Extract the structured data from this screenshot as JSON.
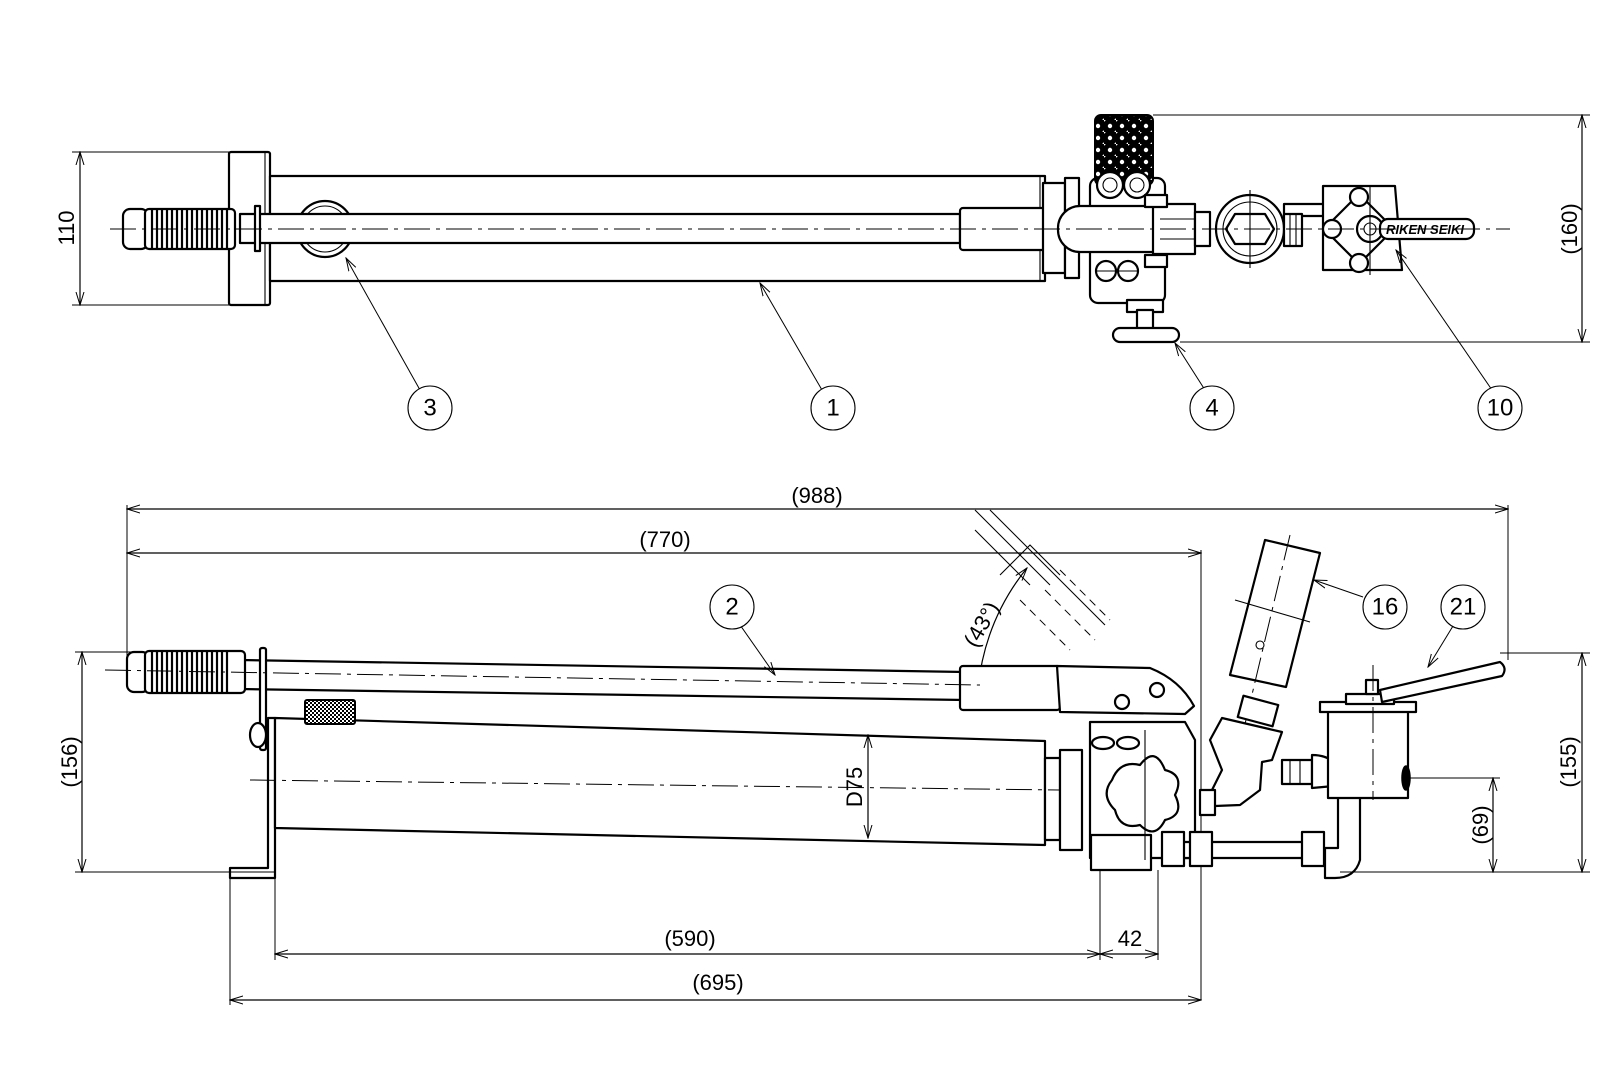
{
  "drawing": {
    "title": "Hand hydraulic pump – plan and side elevation",
    "brand_text": "RIKEN SEIKI",
    "line_color": "#000000",
    "background": "#ffffff"
  },
  "top_view": {
    "dimensions": {
      "width_left": "110",
      "height_right": "(160)"
    },
    "balloons": [
      {
        "id": "3",
        "label": "3",
        "part": "pump-lever-bracket"
      },
      {
        "id": "1",
        "label": "1",
        "part": "reservoir-tank"
      },
      {
        "id": "4",
        "label": "4",
        "part": "release-valve-handle"
      },
      {
        "id": "10",
        "label": "10",
        "part": "stop-valve"
      }
    ]
  },
  "side_view": {
    "dimensions": {
      "overall_length": "(988)",
      "lever_length": "(770)",
      "tank_length": "(590)",
      "pump_body": "42",
      "base_length": "(695)",
      "height_left": "(156)",
      "height_right": "(155)",
      "outlet_height": "(69)",
      "tank_diameter": "D75",
      "lever_angle": "(43°)"
    },
    "balloons": [
      {
        "id": "2",
        "label": "2",
        "part": "operating-lever"
      },
      {
        "id": "16",
        "label": "16",
        "part": "pressure-gauge"
      },
      {
        "id": "21",
        "label": "21",
        "part": "valve-handle"
      }
    ]
  }
}
